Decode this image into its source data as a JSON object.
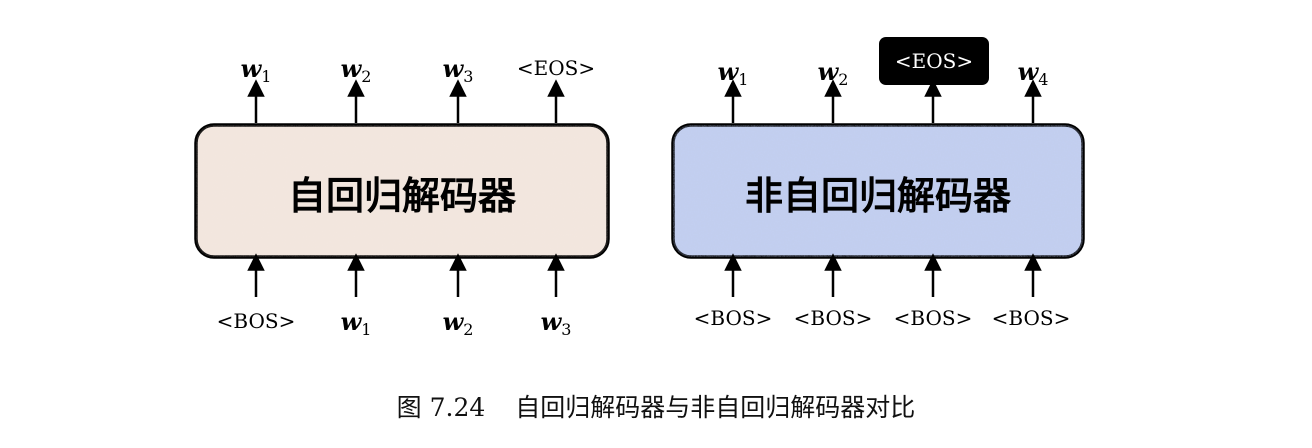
{
  "left": {
    "title": "自回归解码器",
    "outputs": [
      {
        "base": "w",
        "sub": "1"
      },
      {
        "base": "w",
        "sub": "2"
      },
      {
        "base": "w",
        "sub": "3"
      },
      {
        "text": "<EOS>"
      }
    ],
    "inputs": [
      {
        "text": "<BOS>"
      },
      {
        "base": "w",
        "sub": "1"
      },
      {
        "base": "w",
        "sub": "2"
      },
      {
        "base": "w",
        "sub": "3"
      }
    ]
  },
  "right": {
    "title": "非自回归解码器",
    "outputs": [
      {
        "base": "w",
        "sub": "1"
      },
      {
        "base": "w",
        "sub": "2"
      },
      {
        "text": "<EOS>",
        "highlight": true
      },
      {
        "base": "w",
        "sub": "4"
      }
    ],
    "inputs": [
      {
        "text": "<BOS>"
      },
      {
        "text": "<BOS>"
      },
      {
        "text": "<BOS>"
      },
      {
        "text": "<BOS>"
      }
    ]
  },
  "caption": {
    "number": "图 7.24",
    "text": "自回归解码器与非自回归解码器对比"
  },
  "colors": {
    "left_box_fill": "#f3e7df",
    "right_box_fill": "#c2cdec",
    "stroke": "#000000",
    "highlight_fill": "#000000",
    "highlight_text": "#ffffff"
  }
}
